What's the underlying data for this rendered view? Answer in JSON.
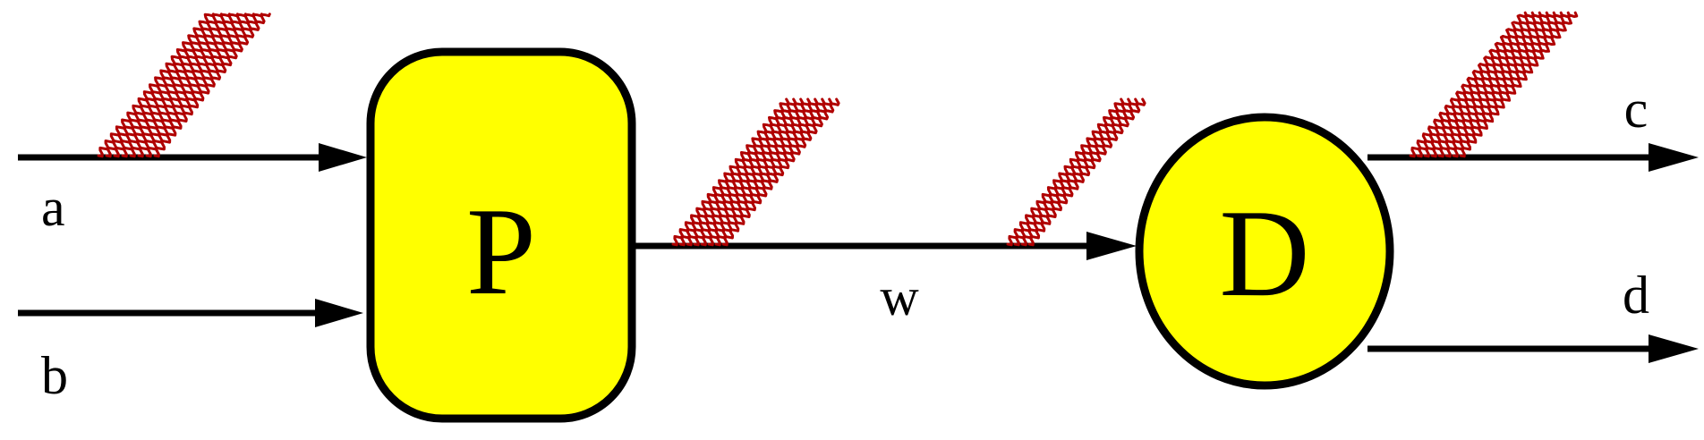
{
  "nodes": {
    "p": {
      "label": "P",
      "fill": "#ffff00"
    },
    "d": {
      "label": "D",
      "fill": "#ffff00"
    }
  },
  "edges": {
    "a": {
      "label": "a"
    },
    "b": {
      "label": "b"
    },
    "w": {
      "label": "w"
    },
    "c": {
      "label": "c"
    },
    "d": {
      "label": "d"
    }
  },
  "colors": {
    "stroke": "#000000",
    "wave": "#b00000"
  }
}
